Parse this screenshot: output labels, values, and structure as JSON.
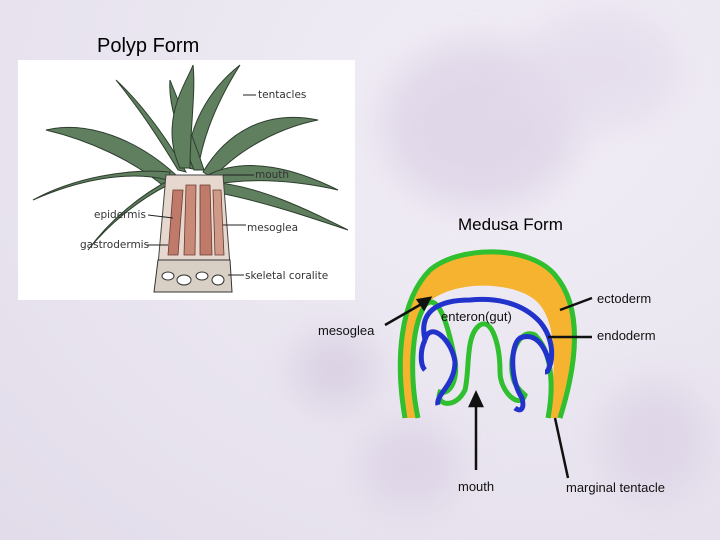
{
  "polyp": {
    "title": "Polyp Form",
    "labels": {
      "tentacles": "tentacles",
      "mouth": "mouth",
      "epidermis": "epidermis",
      "mesoglea": "mesoglea",
      "gastrodermis": "gastrodermis",
      "skeletal": "skeletal coralite"
    }
  },
  "medusa": {
    "title": "Medusa Form",
    "labels": {
      "ectoderm": "ectoderm",
      "endoderm": "endoderm",
      "enteron": "enteron(gut)",
      "mesoglea": "mesoglea",
      "mouth": "mouth",
      "marginal_tentacle": "marginal tentacle"
    }
  },
  "colors": {
    "ectoderm": "#2fbf2f",
    "endoderm": "#2233cc",
    "mesoglea": "#f5b330",
    "tentacle": "#5c7d5c",
    "tissue": "#c07a6a"
  }
}
